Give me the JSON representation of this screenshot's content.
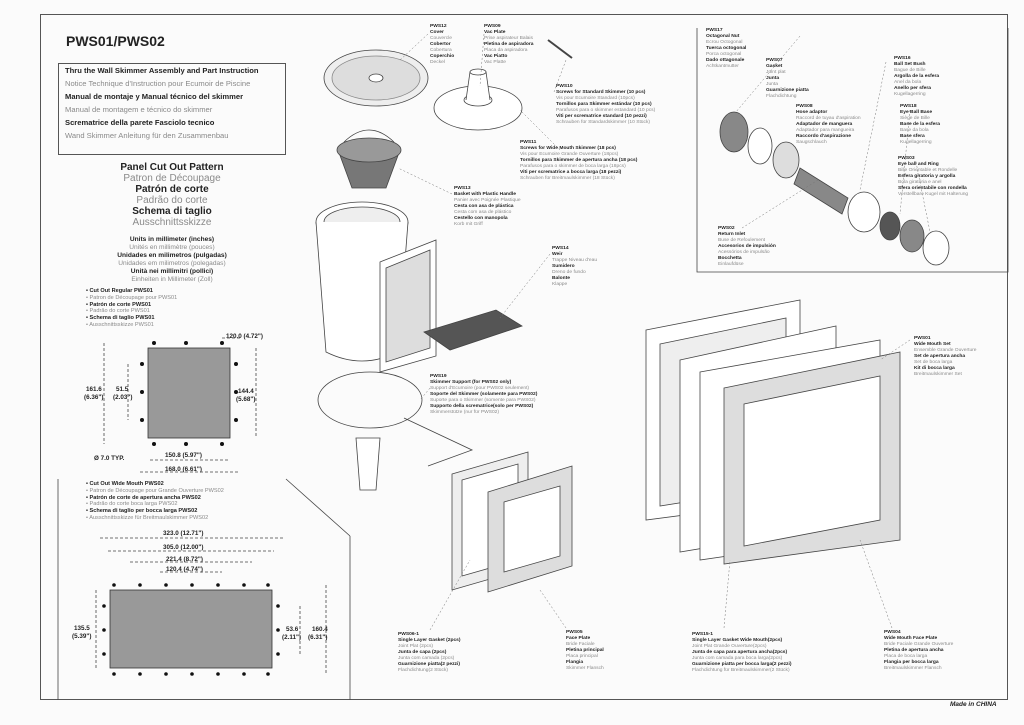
{
  "header": {
    "title": "PWS01/PWS02"
  },
  "instructions": {
    "lines": [
      {
        "text": "Thru the Wall Skimmer Assembly and Part Instruction",
        "style": "b"
      },
      {
        "text": "Notice Technique d'Instruction pour Ecumoir de Piscine",
        "style": "g"
      },
      {
        "text": "Manual de montaje y Manual técnico del skimmer",
        "style": "b"
      },
      {
        "text": "Manual de montagem e técnico do skimmer",
        "style": "g"
      },
      {
        "text": "Scrematrice della parete Fasciolo tecnico",
        "style": "b"
      },
      {
        "text": "Wand Skimmer Anleitung für den Zusammenbau",
        "style": "g"
      }
    ]
  },
  "cutout": {
    "titles": [
      {
        "text": "Panel Cut Out Pattern",
        "style": "b"
      },
      {
        "text": "Patron de Découpage",
        "style": "g"
      },
      {
        "text": "Patrón de corte",
        "style": "b"
      },
      {
        "text": "Padrão do corte",
        "style": "g"
      },
      {
        "text": "Schema di taglio",
        "style": "b"
      },
      {
        "text": "Ausschnittsskizze",
        "style": "g"
      }
    ],
    "units": [
      {
        "text": "Units in millimeter (inches)",
        "style": "b"
      },
      {
        "text": "Unités en millimètre (pouces)",
        "style": "g"
      },
      {
        "text": "Unidades en milimetros (pulgadas)",
        "style": "b"
      },
      {
        "text": "Unidades em milimetros (polegadas)",
        "style": "g"
      },
      {
        "text": "Unità nei millimitri (pollici)",
        "style": "b"
      },
      {
        "text": "Einheiten in Millimeter (Zoll)",
        "style": "g"
      }
    ],
    "regular": {
      "lines": [
        {
          "text": "• Cut Out Regular PWS01",
          "style": "b"
        },
        {
          "text": "• Patron de Découpage pour PWS01",
          "style": "g"
        },
        {
          "text": "• Patrón de corte PWS01",
          "style": "b"
        },
        {
          "text": "• Padrão do corte PWS01",
          "style": "g"
        },
        {
          "text": "• Schema di taglio PWS01",
          "style": "b"
        },
        {
          "text": "• Ausschnittsskizze PWS01",
          "style": "g"
        }
      ],
      "dims": {
        "top": "120.0 (4.72\")",
        "left1": "161.6",
        "left1b": "(6.36\")",
        "left2": "51.5",
        "left2b": "(2.03\")",
        "right": "144.4",
        "rightb": "(5.68\")",
        "hole": "Ø 7.0 TYP.",
        "bottom1": "150.8 (5.97\")",
        "bottom2": "168.0 (6.61\")"
      }
    },
    "wide": {
      "lines": [
        {
          "text": "• Cut Out Wide Mouth PWS02",
          "style": "b"
        },
        {
          "text": "• Patron de Découpage pour Grande Ouverture PWS02",
          "style": "g"
        },
        {
          "text": "• Patrón de corte de apertura ancha PWS02",
          "style": "b"
        },
        {
          "text": "• Padrão do corte boca larga PWS02",
          "style": "g"
        },
        {
          "text": "• Schema di taglio per bocca larga PWS02",
          "style": "b"
        },
        {
          "text": "• Ausschnittsskizze für Breitmaulskimmer PWS02",
          "style": "g"
        }
      ],
      "dims": {
        "d1": "323.0 (12.71\")",
        "d2": "305.0 (12.00\")",
        "d3": "221.4 (8.72\")",
        "d4": "120.4 (4.74\")",
        "left": "135.5",
        "leftb": "(5.39\")",
        "r1": "53.6",
        "r1b": "(2.11\")",
        "r2": "160.4",
        "r2b": "(6.31\")"
      }
    }
  },
  "parts": [
    {
      "code": "PWS12",
      "lines": [
        [
          "Cover",
          "b"
        ],
        [
          "Couvercle",
          "g"
        ],
        [
          "Cobertor",
          "b"
        ],
        [
          "Cobertura",
          "g"
        ],
        [
          "Coperchio",
          "b"
        ],
        [
          "Deckel",
          "g"
        ]
      ]
    },
    {
      "code": "PWS09",
      "lines": [
        [
          "Vac Plate",
          "b"
        ],
        [
          "Prise aspirateur Balais",
          "g"
        ],
        [
          "Pletina de aspiradora",
          "b"
        ],
        [
          "Placa da aspiradora",
          "g"
        ],
        [
          "Vac Piatto",
          "b"
        ],
        [
          "Vac Platte",
          "g"
        ]
      ]
    },
    {
      "code": "PWS10",
      "lines": [
        [
          "Screws for Standard Skimmer (10 pcs)",
          "b"
        ],
        [
          "Vis pour Ecumoire Standard (10pcs)",
          "g"
        ],
        [
          "Tornillos para Skimmer estándar (10 pcs)",
          "b"
        ],
        [
          "Parafusos para o skimmer estandard (10 pcs)",
          "g"
        ],
        [
          "Viti per scrematrice standard (10 pezzi)",
          "b"
        ],
        [
          "Schrauben für Standardskimmer (10 Stück)",
          "g"
        ]
      ]
    },
    {
      "code": "PWS11",
      "lines": [
        [
          "Screws for Wide Mouth Skimmer (18 pcs)",
          "b"
        ],
        [
          "Vis pour Ecumoire Grande Ouverture (18pcs)",
          "g"
        ],
        [
          "Tornillos para Skimmer de apertura ancha (18 pcs)",
          "b"
        ],
        [
          "Parafusos para o skimmer de boca larga (18pcs)",
          "g"
        ],
        [
          "Viti per scrematrice a bocca larga (18 pezzi)",
          "b"
        ],
        [
          "Schrauben für Breitmaulskimmer (18 Stück)",
          "g"
        ]
      ]
    },
    {
      "code": "PWS13",
      "lines": [
        [
          "Basket with Plastic Handle",
          "b"
        ],
        [
          "Panier avec Poignée Plastique",
          "g"
        ],
        [
          "Cesta con asa de plástica",
          "b"
        ],
        [
          "Cesta com asa de plástico",
          "g"
        ],
        [
          "Cestello con manopola",
          "b"
        ],
        [
          "Korb mit Griff",
          "g"
        ]
      ]
    },
    {
      "code": "PWS14",
      "lines": [
        [
          "Weir",
          "b"
        ],
        [
          "Trappe Niveau d'eau",
          "g"
        ],
        [
          "Sumidero",
          "b"
        ],
        [
          "Dreno de fundo",
          "g"
        ],
        [
          "Balonte",
          "b"
        ],
        [
          "Klappe",
          "g"
        ]
      ]
    },
    {
      "code": "PWS19",
      "lines": [
        [
          "Skimmer Support (for PWS02 only)",
          "b"
        ],
        [
          "Support d'Ecumoire (pour PWS02 seulement)",
          "g"
        ],
        [
          "Soporte del Skimmer (solamente para PWS02)",
          "b"
        ],
        [
          "Suporte para o Skimmer (somente para PWS02)",
          "g"
        ],
        [
          "Supporto della scrematrice(solo per PWS02)",
          "b"
        ],
        [
          "Skimmerstütze (nur für PWS02)",
          "g"
        ]
      ]
    },
    {
      "code": "PWS17",
      "lines": [
        [
          "Octagonal Nut",
          "b"
        ],
        [
          "Ecrou Octogonal",
          "g"
        ],
        [
          "Tuerca octogonal",
          "b"
        ],
        [
          "Porca octogonal",
          "g"
        ],
        [
          "Dado ottagonale",
          "b"
        ],
        [
          "Achtkantmutter",
          "g"
        ]
      ]
    },
    {
      "code": "PWS07",
      "lines": [
        [
          "Gasket",
          "b"
        ],
        [
          "Joint plat",
          "g"
        ],
        [
          "Junta",
          "b"
        ],
        [
          "Junta",
          "g"
        ],
        [
          "Guarnizione piatta",
          "b"
        ],
        [
          "Flachdichtung",
          "g"
        ]
      ]
    },
    {
      "code": "PWS08",
      "lines": [
        [
          "Hose adaptor",
          "b"
        ],
        [
          "Raccord de tuyau d'aspiration",
          "g"
        ],
        [
          "Adaptador de manguera",
          "b"
        ],
        [
          "Adaptador para mangueira",
          "g"
        ],
        [
          "Raccordo d'aspirazione",
          "b"
        ],
        [
          "Saugschlauch",
          "g"
        ]
      ]
    },
    {
      "code": "PWS02",
      "lines": [
        [
          "Return Inlet",
          "b"
        ],
        [
          "Buse de Refoulement",
          "g"
        ],
        [
          "Accesorios de impulsión",
          "b"
        ],
        [
          "Acessórios de impulsão",
          "g"
        ],
        [
          "Bocchetta",
          "b"
        ],
        [
          "Einlaufdüse",
          "g"
        ]
      ]
    },
    {
      "code": "PWS16",
      "lines": [
        [
          "Ball Set Bush",
          "b"
        ],
        [
          "Bague de Bille",
          "g"
        ],
        [
          "Argolla de la esfera",
          "b"
        ],
        [
          "Anel da bola",
          "g"
        ],
        [
          "Anello per sfera",
          "b"
        ],
        [
          "Kugellagerring",
          "g"
        ]
      ]
    },
    {
      "code": "PWS18",
      "lines": [
        [
          "Eye Ball Base",
          "b"
        ],
        [
          "Siège de Bille",
          "g"
        ],
        [
          "Base de la esfera",
          "b"
        ],
        [
          "Base da bola",
          "g"
        ],
        [
          "Base sfera",
          "b"
        ],
        [
          "Kugellagerring",
          "g"
        ]
      ]
    },
    {
      "code": "PWS03",
      "lines": [
        [
          "Eye ball and Ring",
          "b"
        ],
        [
          "Bille Orientable et Rondelle",
          "g"
        ],
        [
          "Esfera giratoria y argolla",
          "b"
        ],
        [
          "Bola giratória e anel",
          "g"
        ],
        [
          "Sfera orientabile con rondella",
          "b"
        ],
        [
          "Verstellbare Kugel mit Halterung",
          "g"
        ]
      ]
    },
    {
      "code": "PWS01",
      "lines": [
        [
          "Wide Mouth Set",
          "b"
        ],
        [
          "Ensemble Grande Ouverture",
          "g"
        ],
        [
          "Set de apertura ancha",
          "b"
        ],
        [
          "Set de boca larga",
          "g"
        ],
        [
          "Kit di bocca larga",
          "b"
        ],
        [
          "Breitmaulskimmer Set",
          "g"
        ]
      ]
    },
    {
      "code": "PWS06-1",
      "lines": [
        [
          "Single Layer Gasket (2pcs)",
          "b"
        ],
        [
          "Joint Plat (2pcs)",
          "g"
        ],
        [
          "Junta de capa (2pcs)",
          "b"
        ],
        [
          "Junta com camada (2pcs)",
          "g"
        ],
        [
          "Guarnizione piatta(2 pezzi)",
          "b"
        ],
        [
          "Flachdichtung(2 Stück)",
          "g"
        ]
      ]
    },
    {
      "code": "PWS05",
      "lines": [
        [
          "Face Plate",
          "b"
        ],
        [
          "Bride Faciale",
          "g"
        ],
        [
          "Pletina principal",
          "b"
        ],
        [
          "Placa principal",
          "g"
        ],
        [
          "Flangia",
          "b"
        ],
        [
          "Skimmer Flansch",
          "g"
        ]
      ]
    },
    {
      "code": "PWS15-1",
      "lines": [
        [
          "Single Layer Gasket Wide Mouth(2pcs)",
          "b"
        ],
        [
          "Joint Plat Grande Ouverture(2pcs)",
          "g"
        ],
        [
          "Junta de capa para apertura ancha(2pcs)",
          "b"
        ],
        [
          "Junta com camada para boca larga(2pcs)",
          "g"
        ],
        [
          "Guarnizione piatta per bocca larga(2 pezzi)",
          "b"
        ],
        [
          "Flachdichtung für Breitmaulskimmer(2 Stück)",
          "g"
        ]
      ]
    },
    {
      "code": "PWS04",
      "lines": [
        [
          "Wide Mouth Face Plate",
          "b"
        ],
        [
          "Bride Faciale Grande Ouverture",
          "g"
        ],
        [
          "Pletina de apertura ancha",
          "b"
        ],
        [
          "Placa de boca larga",
          "g"
        ],
        [
          "Flangia per bocca larga",
          "b"
        ],
        [
          "Breitmaulskimmer Flansch",
          "g"
        ]
      ]
    }
  ],
  "footer": {
    "made_in": "Made in CHINA"
  }
}
